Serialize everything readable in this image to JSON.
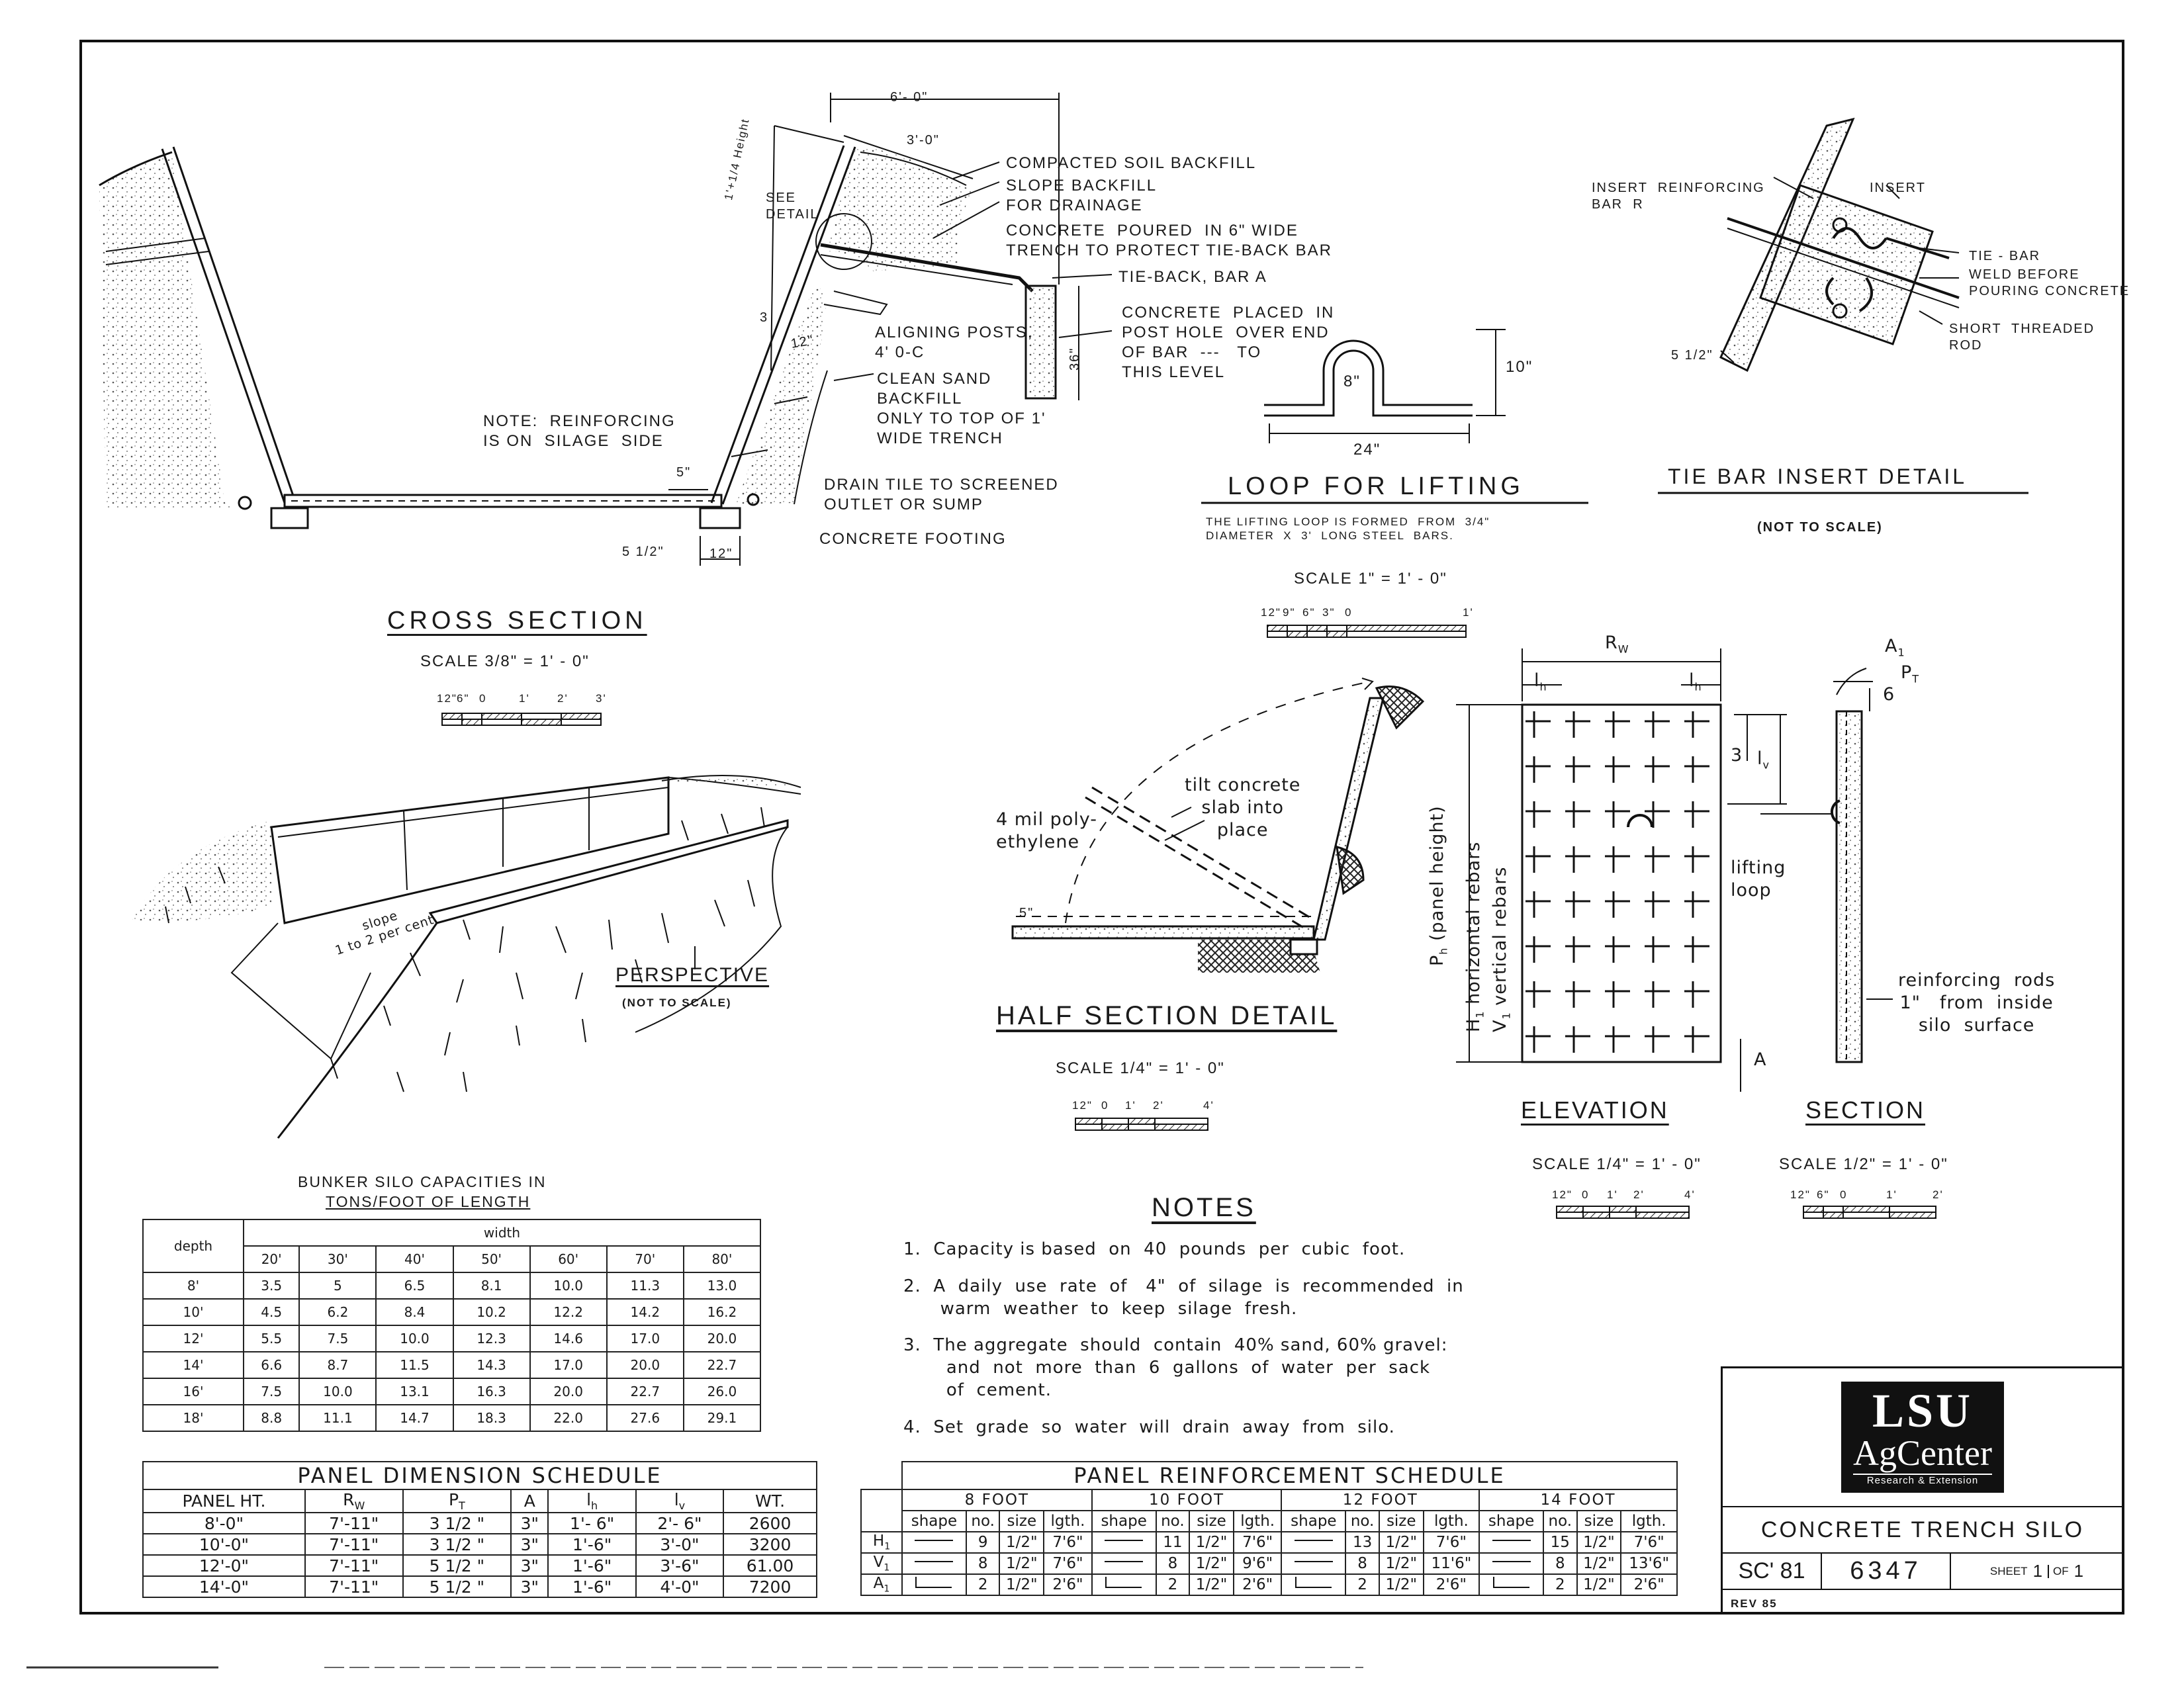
{
  "cross_section": {
    "dim_6ft": "6'- 0\"",
    "dim_3ft": "3'-0\"",
    "height": "1'+1/4 Height",
    "see_detail": "SEE\nDETAIL",
    "compacted": "COMPACTED SOIL BACKFILL",
    "slope_backfill": "SLOPE BACKFILL\nFOR DRAINAGE",
    "concrete_poured": "CONCRETE  POURED  IN 6\" WIDE\nTRENCH TO PROTECT TIE-BACK BAR",
    "tieback": "TIE-BACK, BAR A",
    "concrete_placed": "CONCRETE  PLACED  IN\nPOST HOLE  OVER END\nOF BAR  ---   TO\nTHIS LEVEL",
    "dim_36": "36\"",
    "dim_3": "3",
    "dim_12": "12\"",
    "aligning": "ALIGNING POSTS,\n4' 0-C",
    "clean_sand": "CLEAN SAND\nBACKFILL\nONLY TO TOP OF 1'\nWIDE TRENCH",
    "note_reinforcing": "NOTE:  REINFORCING\nIS ON  SILAGE  SIDE",
    "dim_5": "5\"",
    "drain_tile": "DRAIN TILE TO SCREENED\nOUTLET OR SUMP",
    "concrete_footing": "CONCRETE FOOTING",
    "dim_5half": "5 1/2\"",
    "dim_12b": "12\"",
    "title": "CROSS  SECTION",
    "scale": "SCALE    3/8\" = 1' - 0\"",
    "scale_marks": [
      "12\"",
      "6\"",
      "0",
      "1'",
      "2'",
      "3'"
    ]
  },
  "loop": {
    "dim_8": "8\"",
    "dim_10": "10\"",
    "dim_24": "24\"",
    "title": "LOOP    FOR    LIFTING",
    "desc": "THE LIFTING LOOP IS FORMED  FROM  3/4\"\nDIAMETER  X  3'  LONG STEEL  BARS.",
    "scale": "SCALE    1\" = 1' - 0\"",
    "scale_marks": [
      "12\"",
      "9\"",
      "6\"",
      "3\"",
      "0",
      "1'"
    ]
  },
  "tiebar": {
    "insert_reinforcing": "INSERT  REINFORCING\nBAR  R",
    "insert": "INSERT",
    "tie_bar": "TIE - BAR",
    "weld": "WELD BEFORE\nPOURING CONCRETE",
    "short_threaded": "SHORT  THREADED\nROD",
    "dim_5half": "5 1/2\"",
    "title": "TIE  BAR  INSERT  DETAIL",
    "not_to_scale": "(NOT   TO   SCALE)"
  },
  "perspective": {
    "slope": "slope\n1 to 2 per cent",
    "title": "PERSPECTIVE",
    "not_to_scale": "(NOT  TO  SCALE)"
  },
  "half_section": {
    "poly": "4 mil poly-\nethylene",
    "tilt": "tilt concrete\nslab into\nplace",
    "dim_5": "5\"",
    "title": "HALF  SECTION  DETAIL",
    "scale": "SCALE     1/4\" = 1' - 0\"",
    "scale_marks": [
      "12\"",
      "0",
      "1'",
      "2'",
      "4'"
    ]
  },
  "elevation": {
    "rw": "R",
    "rw_sub": "W",
    "lh": "l",
    "lh_sub": "h",
    "lv": "l",
    "lv_sub": "v",
    "dim_3": "3",
    "dim_a": "A",
    "ph": "P",
    "ph_sub": "h",
    "ph_rest": " (panel height)",
    "hrebars_pre": "H",
    "hrebars_sub": "1",
    "hrebars": " horizontal rebars",
    "vrebars_pre": "V",
    "vrebars_sub": "1",
    "vrebars": " vertical rebars",
    "lifting_loop": "lifting\nloop",
    "title": "ELEVATION",
    "scale": "SCALE    1/4\" = 1' - 0\"",
    "scale_marks": [
      "12\"",
      "0",
      "1'",
      "2'",
      "4'"
    ]
  },
  "section": {
    "a1": "A",
    "a1_sub": "1",
    "pt": "P",
    "pt_sub": "T",
    "dim_6": "6",
    "reinforcing": "reinforcing  rods\n1\"   from  inside\nsilo  surface",
    "title": "SECTION",
    "scale": "SCALE    1/2\" = 1' - 0\"",
    "scale_marks": [
      "12\"",
      "6\"",
      "0",
      "1'",
      "2'"
    ]
  },
  "capacities": {
    "title_line1": "BUNKER  SILO  CAPACITIES  IN",
    "title_line2": "TONS/FOOT  OF  LENGTH",
    "depth_label": "depth",
    "width_label": "width",
    "widths": [
      "20'",
      "30'",
      "40'",
      "50'",
      "60'",
      "70'",
      "80'"
    ],
    "rows": [
      {
        "depth": "8'",
        "values": [
          "3.5",
          "5",
          "6.5",
          "8.1",
          "10.0",
          "11.3",
          "13.0"
        ]
      },
      {
        "depth": "10'",
        "values": [
          "4.5",
          "6.2",
          "8.4",
          "10.2",
          "12.2",
          "14.2",
          "16.2"
        ]
      },
      {
        "depth": "12'",
        "values": [
          "5.5",
          "7.5",
          "10.0",
          "12.3",
          "14.6",
          "17.0",
          "20.0"
        ]
      },
      {
        "depth": "14'",
        "values": [
          "6.6",
          "8.7",
          "11.5",
          "14.3",
          "17.0",
          "20.0",
          "22.7"
        ]
      },
      {
        "depth": "16'",
        "values": [
          "7.5",
          "10.0",
          "13.1",
          "16.3",
          "20.0",
          "22.7",
          "26.0"
        ]
      },
      {
        "depth": "18'",
        "values": [
          "8.8",
          "11.1",
          "14.7",
          "18.3",
          "22.0",
          "27.6",
          "29.1"
        ]
      }
    ]
  },
  "notes": {
    "title": "NOTES",
    "items": [
      "1.  Capacity is based  on  40  pounds  per  cubic  foot.",
      "2.  A  daily  use  rate  of   4\"  of  silage  is  recommended  in\n      warm  weather  to  keep  silage  fresh.",
      "3.  The aggregate  should  contain  40% sand, 60% gravel:\n       and  not  more  than  6  gallons  of  water  per  sack\n       of  cement.",
      "4.  Set  grade  so  water  will  drain  away  from  silo."
    ]
  },
  "dimension_schedule": {
    "title": "PANEL        DIMENSION       SCHEDULE",
    "headers": [
      "PANEL HT.",
      "R",
      "P",
      "A",
      "l",
      "l",
      "WT."
    ],
    "header_subs": [
      "",
      "W",
      "T",
      "",
      "h",
      "v",
      ""
    ],
    "rows": [
      [
        "8'-0\"",
        "7'-11\"",
        "3  1/2 \"",
        "3\"",
        "1'- 6\"",
        "2'- 6\"",
        "2600"
      ],
      [
        "10'-0\"",
        "7'-11\"",
        "3  1/2 \"",
        "3\"",
        "1'-6\"",
        "3'-0\"",
        "3200"
      ],
      [
        "12'-0\"",
        "7'-11\"",
        "5  1/2 \"",
        "3\"",
        "1'-6\"",
        "3'-6\"",
        "61.00"
      ],
      [
        "14'-0\"",
        "7'-11\"",
        "5  1/2 \"",
        "3\"",
        "1'-6\"",
        "4'-0\"",
        "7200"
      ]
    ]
  },
  "reinforcement_schedule": {
    "title": "PANEL         REINFORCEMENT          SCHEDULE",
    "groups": [
      "8    FOOT",
      "10    FOOT",
      "12    FOOT",
      "14    FOOT"
    ],
    "subheaders": [
      "shape",
      "no.",
      "size",
      "lgth."
    ],
    "rows": [
      {
        "label": "H",
        "label_sub": "1",
        "shape": "straight",
        "cells": [
          [
            "9",
            "1/2\"",
            "7'6\""
          ],
          [
            "11",
            "1/2\"",
            "7'6\""
          ],
          [
            "13",
            "1/2\"",
            "7'6\""
          ],
          [
            "15",
            "1/2\"",
            "7'6\""
          ]
        ]
      },
      {
        "label": "V",
        "label_sub": "1",
        "shape": "straight",
        "cells": [
          [
            "8",
            "1/2\"",
            "7'6\""
          ],
          [
            "8",
            "1/2\"",
            "9'6\""
          ],
          [
            "8",
            "1/2\"",
            "11'6\""
          ],
          [
            "8",
            "1/2\"",
            "13'6\""
          ]
        ]
      },
      {
        "label": "A",
        "label_sub": "1",
        "shape": "hook",
        "cells": [
          [
            "2",
            "1/2\"",
            "2'6\""
          ],
          [
            "2",
            "1/2\"",
            "2'6\""
          ],
          [
            "2",
            "1/2\"",
            "2'6\""
          ],
          [
            "2",
            "1/2\"",
            "2'6\""
          ]
        ]
      }
    ]
  },
  "title_block": {
    "logo_lsu": "LSU",
    "logo_ag": "AgCenter",
    "logo_sub": "Research & Extension",
    "drawing_title": "CONCRETE  TRENCH  SILO",
    "code": "SC' 81",
    "number": "6347",
    "sheet_label": "SHEET",
    "sheet_num": "1",
    "of_label": "OF",
    "of_num": "1",
    "rev": "REV  85"
  }
}
